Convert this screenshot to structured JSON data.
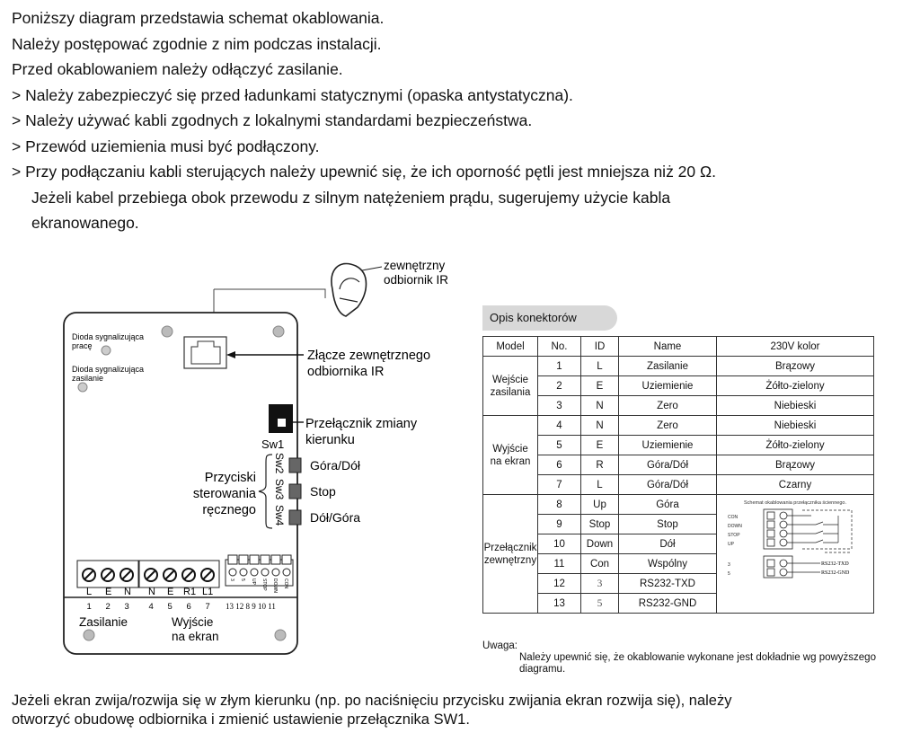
{
  "intro": [
    "Poniższy diagram przedstawia schemat okablowania.",
    "Należy postępować zgodnie z nim podczas instalacji.",
    "Przed okablowaniem należy odłączyć zasilanie.",
    "> Należy zabezpieczyć się przed ładunkami statycznymi (opaska antystatyczna).",
    "> Należy używać kabli zgodnych z lokalnymi standardami bezpieczeństwa.",
    "> Przewód uziemienia musi być podłączony.",
    "> Przy podłączaniu kabli sterujących należy upewnić się, że ich oporność pętli jest mniejsza niż 20 Ω.",
    "Jeżeli kabel przebiega obok przewodu z silnym natężeniem prądu, sugerujemy użycie kabla",
    "ekranowanego."
  ],
  "diagram": {
    "ir_receiver": [
      "zewnętrzny",
      "odbiornik IR"
    ],
    "led_work": [
      "Dioda sygnalizująca",
      "pracę"
    ],
    "led_power": [
      "Dioda sygnalizująca",
      "zasilanie"
    ],
    "ir_connector": [
      "Złącze zewnętrznego",
      "odbiornika IR"
    ],
    "direction_switch": [
      "Przełącznik zmiany",
      "kierunku"
    ],
    "sw1": "Sw1",
    "sw2": "Sw2",
    "sw3": "Sw3",
    "sw4": "Sw4",
    "manual_buttons": [
      "Przyciski",
      "sterowania",
      "ręcznego"
    ],
    "btn_updown": "Góra/Dół",
    "btn_stop": "Stop",
    "btn_downup": "Dół/Góra",
    "terminal_letters": [
      "L",
      "E",
      "N",
      "N",
      "E",
      "R1",
      "L1"
    ],
    "terminal_numbers": [
      "1",
      "2",
      "3",
      "4",
      "5",
      "6",
      "7"
    ],
    "connector_numbers": "13 12 8  9 10 11",
    "connector_labels": [
      "3",
      "5",
      "UP",
      "STOP",
      "DOWN",
      "CON"
    ],
    "power_label": "Zasilanie",
    "screen_output": [
      "Wyjście",
      "na ekran"
    ]
  },
  "table": {
    "tab_title": "Opis konektorów",
    "headers": [
      "Model",
      "No.",
      "ID",
      "Name",
      "230V kolor"
    ],
    "groups": [
      {
        "model": [
          "Wejście",
          "zasilania"
        ],
        "rows": [
          [
            "1",
            "L",
            "Zasilanie",
            "Brązowy"
          ],
          [
            "2",
            "E",
            "Uziemienie",
            "Żółto-zielony"
          ],
          [
            "3",
            "N",
            "Zero",
            "Niebieski"
          ]
        ]
      },
      {
        "model": [
          "Wyjście",
          "na ekran"
        ],
        "rows": [
          [
            "4",
            "N",
            "Zero",
            "Niebieski"
          ],
          [
            "5",
            "E",
            "Uziemienie",
            "Żółto-zielony"
          ],
          [
            "6",
            "R",
            "Góra/Dół",
            "Brązowy"
          ],
          [
            "7",
            "L",
            "Góra/Dół",
            "Czarny"
          ]
        ]
      },
      {
        "model": [
          "Przełącznik",
          "zewnętrzny"
        ],
        "rows": [
          [
            "8",
            "Up",
            "Góra"
          ],
          [
            "9",
            "Stop",
            "Stop"
          ],
          [
            "10",
            "Down",
            "Dół"
          ],
          [
            "11",
            "Con",
            "Wspólny"
          ],
          [
            "12",
            "3",
            "RS232-TXD"
          ],
          [
            "13",
            "5",
            "RS232-GND"
          ]
        ]
      }
    ],
    "schematic": {
      "title": "Schemat okablowania przełącznika ściennego.",
      "labels": [
        "CON",
        "DOWN",
        "STOP",
        "UP",
        "3",
        "5"
      ],
      "rs_txd": "RS232-TXD",
      "rs_gnd": "RS232-GND"
    }
  },
  "note": {
    "title": "Uwaga:",
    "body": [
      "Należy upewnić się, że okablowanie wykonane jest dokładnie wg powyższego",
      "diagramu."
    ]
  },
  "footer": [
    "Jeżeli ekran zwija/rozwija się w złym kierunku (np. po naciśnięciu przycisku zwijania ekran rozwija się), należy",
    "otworzyć obudowę odbiornika i zmienić ustawienie przełącznika SW1."
  ]
}
